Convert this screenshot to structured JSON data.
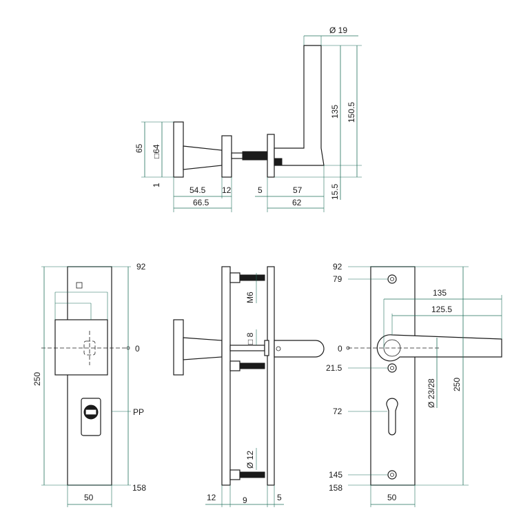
{
  "colors": {
    "line": "#1a1a1a",
    "dimension": "#1f6f5a",
    "background": "#ffffff"
  },
  "top_view": {
    "dia_19": "Ø 19",
    "len_135": "135",
    "len_150_5": "150.5",
    "rose_65": "65",
    "sq_64": "□64",
    "one": "1",
    "len_54_5": "54.5",
    "len_12": "12",
    "len_5": "5",
    "len_57": "57",
    "len_15_5": "15.5",
    "len_66_5": "66.5",
    "len_62": "62"
  },
  "left_view": {
    "h_92": "92",
    "h_0": "0",
    "h_250": "250",
    "h_pp": "PP",
    "h_158": "158",
    "w_50": "50"
  },
  "middle_view": {
    "m6": "M6",
    "sq8": "□ 8",
    "d12": "Ø 12",
    "w12": "12",
    "w9": "9",
    "w5": "5"
  },
  "right_view": {
    "r92": "92",
    "r79": "79",
    "r0": "0",
    "r21_5": "21.5",
    "r72": "72",
    "r145": "145",
    "r158": "158",
    "r135": "135",
    "r125_5": "125.5",
    "d23_28": "Ø 23/28",
    "r250": "250",
    "r50": "50"
  }
}
